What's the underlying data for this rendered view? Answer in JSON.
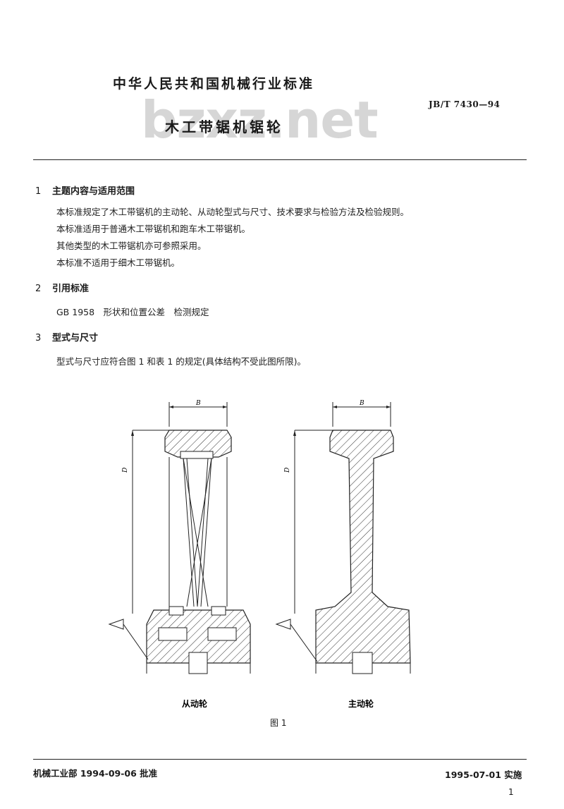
{
  "header": {
    "org_line": "中华人民共和国机械行业标准",
    "standard_code": "JB/T 7430—94",
    "title": "木工带锯机锯轮",
    "watermark": "bzxz.net"
  },
  "sections": [
    {
      "number": "1",
      "heading": "主题内容与适用范围",
      "paragraphs": [
        "本标准规定了木工带锯机的主动轮、从动轮型式与尺寸、技术要求与检验方法及检验规则。",
        "本标准适用于普通木工带锯机和跑车木工带锯机。",
        "其他类型的木工带锯机亦可参照采用。",
        "本标准不适用于细木工带锯机。"
      ]
    },
    {
      "number": "2",
      "heading": "引用标准",
      "paragraphs": [
        "GB 1958　形状和位置公差　检测规定"
      ]
    },
    {
      "number": "3",
      "heading": "型式与尺寸",
      "paragraphs": [
        "型式与尺寸应符合图 1 和表 1 的规定(具体结构不受此图所限)。"
      ]
    }
  ],
  "figure": {
    "dim_b": "B",
    "dim_d": "D",
    "left_label": "从动轮",
    "right_label": "主动轮",
    "caption": "图 1"
  },
  "footer": {
    "approval": "机械工业部 1994-09-06 批准",
    "effective": "1995-07-01 实施",
    "page": "1"
  }
}
